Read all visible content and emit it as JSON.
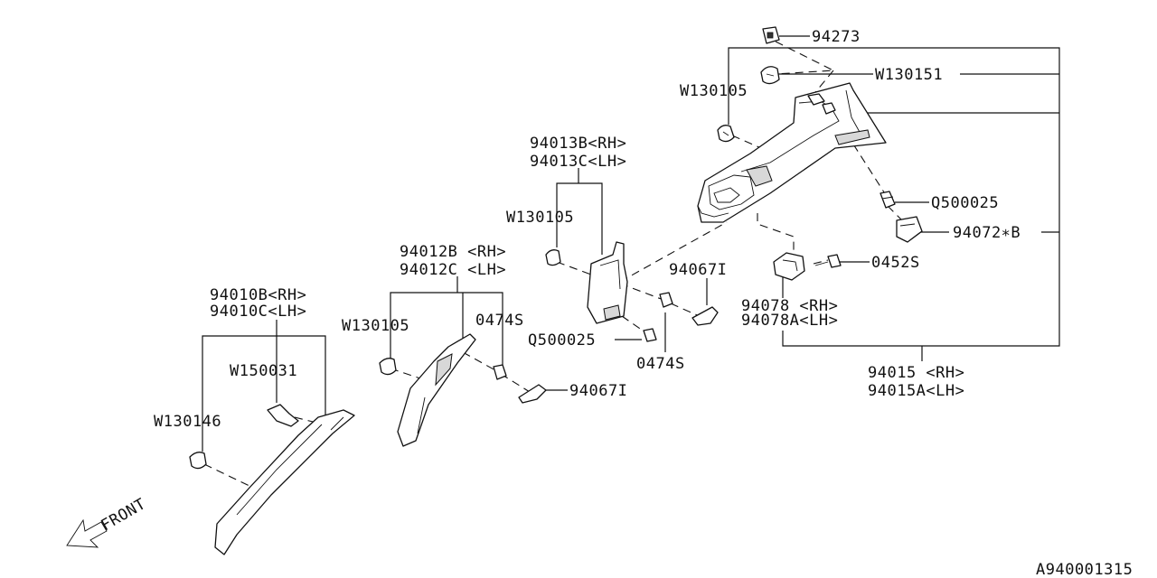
{
  "labels": {
    "p94273": "94273",
    "w130151": "W130151",
    "w130105_top": "W130105",
    "q500025_right": "Q500025",
    "p94072b": "94072∗B",
    "p0452s": "0452S",
    "p94078_rh": "94078 <RH>",
    "p94078a_lh": "94078A<LH>",
    "p94015_rh": "94015 <RH>",
    "p94015a_lh": "94015A<LH>",
    "p94013b_rh": "94013B<RH>",
    "p94013c_lh": "94013C<LH>",
    "w130105_mid": "W130105",
    "p94067i_right": "94067I",
    "q500025_mid": "Q500025",
    "p0474s_bottom": "0474S",
    "p94012b_rh": "94012B <RH>",
    "p94012c_lh": "94012C <LH>",
    "w130105_left": "W130105",
    "p0474s_left": "0474S",
    "p94067i_left": "94067I",
    "p94010b_rh": "94010B<RH>",
    "p94010c_lh": "94010C<LH>",
    "w150031": "W150031",
    "w130146": "W130146",
    "front": "FRONT",
    "diagram_code": "A940001315"
  },
  "icons": [
    "front-arrow-icon"
  ]
}
